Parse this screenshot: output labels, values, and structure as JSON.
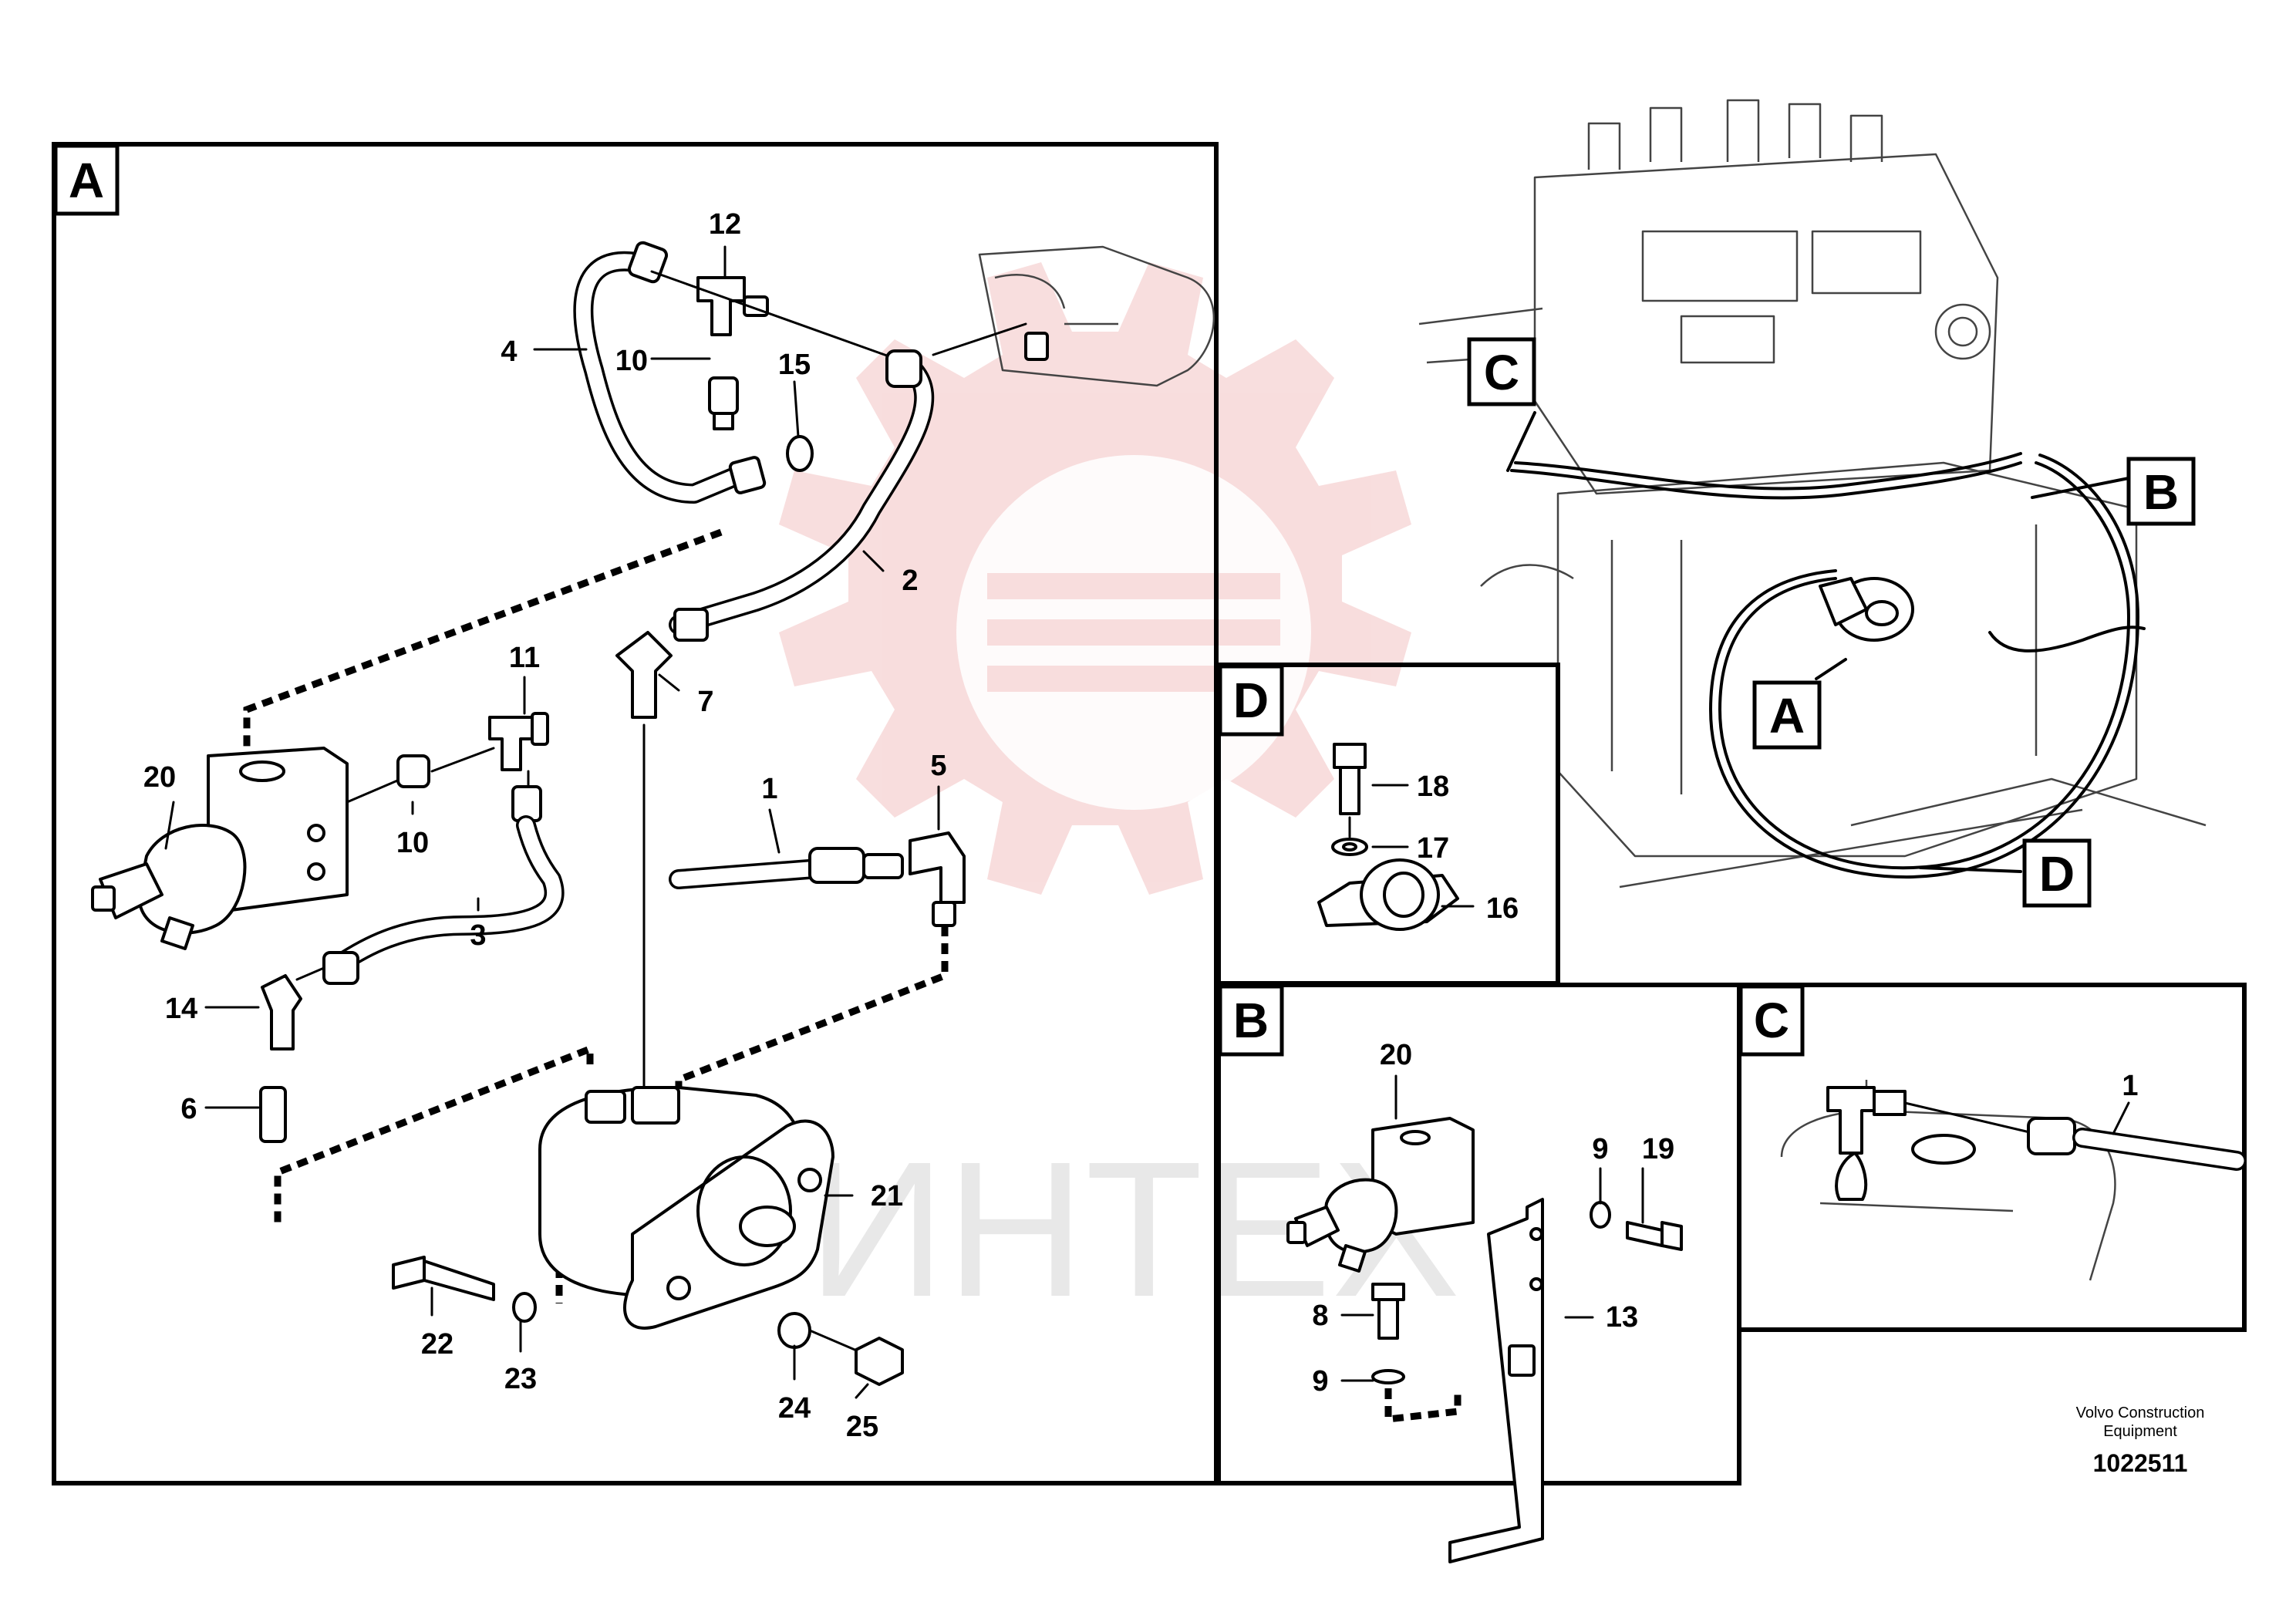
{
  "watermark": {
    "text": "ИНТЕХ",
    "color": "#f3c8c8"
  },
  "footer": {
    "company_line1": "Volvo Construction",
    "company_line2": "Equipment",
    "figure_number": "1022511"
  },
  "panels": {
    "A": {
      "tag": "A"
    },
    "B": {
      "tag": "B"
    },
    "C": {
      "tag": "C"
    },
    "D": {
      "tag": "D"
    }
  },
  "overview_callouts": {
    "A": "A",
    "B": "B",
    "C": "C",
    "D": "D"
  },
  "part_labels": {
    "A": [
      "12",
      "4",
      "15",
      "10",
      "2",
      "11",
      "7",
      "20",
      "10",
      "5",
      "1",
      "3",
      "14",
      "6",
      "21",
      "22",
      "23",
      "24",
      "25"
    ],
    "B": [
      "20",
      "9",
      "19",
      "8",
      "13",
      "9"
    ],
    "C": [
      "1"
    ],
    "D": [
      "18",
      "17",
      "16"
    ]
  }
}
